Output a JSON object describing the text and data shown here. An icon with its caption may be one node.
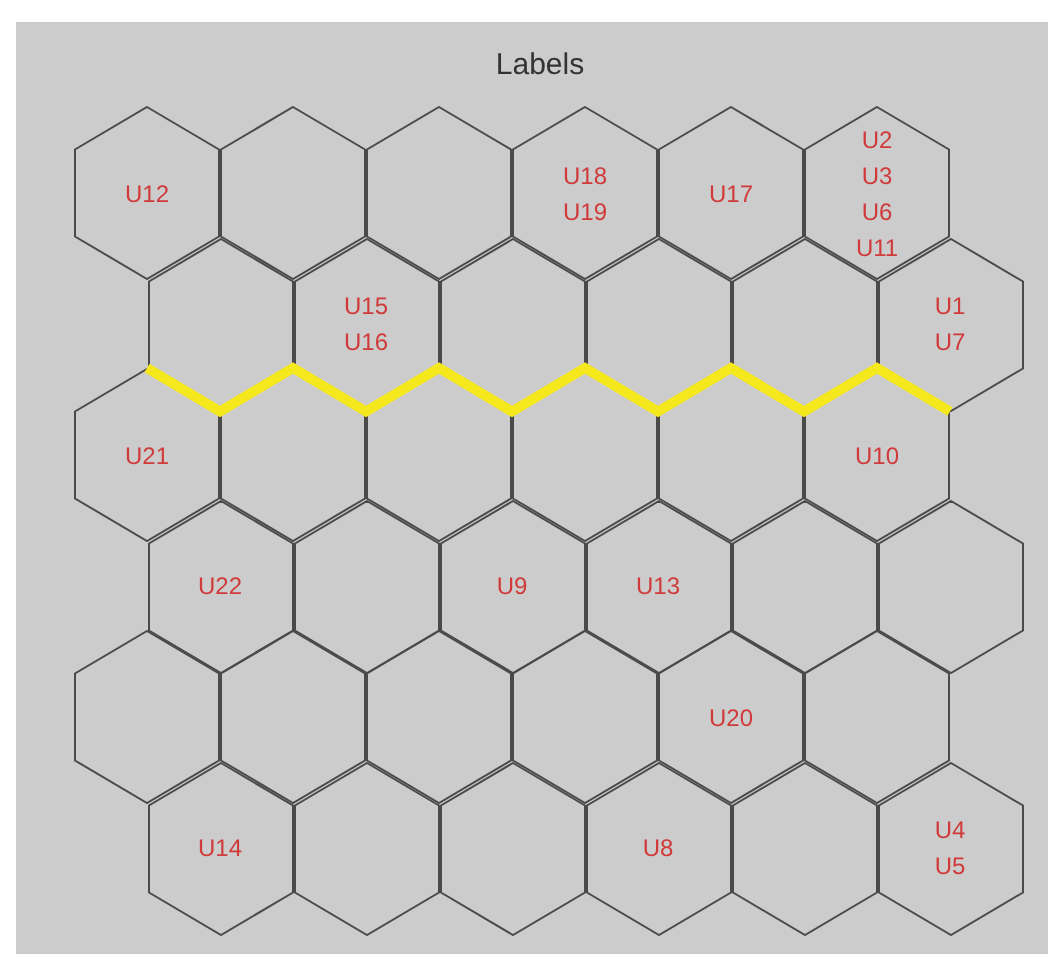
{
  "diagram": {
    "title": "Labels",
    "nodes": [
      {
        "text": [
          "U12"
        ]
      },
      {
        "text": [],
        "shape": "hexagon"
      },
      {
        "text": [],
        "shape": "hexagon"
      },
      {
        "text": [
          "U18",
          "U19"
        ]
      },
      {
        "text": [
          "U17"
        ]
      },
      {
        "text": [
          "U2",
          "U3",
          "U6",
          "U11"
        ]
      },
      {
        "text": [],
        "shape": "hexagon"
      },
      {
        "text": [
          "U15",
          "U16"
        ]
      },
      {
        "text": [],
        "shape": "hexagon"
      },
      {
        "text": [],
        "shape": "hexagon"
      },
      {
        "text": [],
        "shape": "hexagon"
      },
      {
        "text": [
          "U1",
          "U7"
        ]
      },
      {
        "text": [
          "U21"
        ]
      },
      {
        "text": [],
        "shape": "hexagon"
      },
      {
        "text": [],
        "shape": "hexagon"
      },
      {
        "text": [],
        "shape": "hexagon"
      },
      {
        "text": [],
        "shape": "hexagon"
      },
      {
        "text": [
          "U10"
        ]
      },
      {
        "text": [
          "U22"
        ]
      },
      {
        "text": [],
        "shape": "hexagon"
      },
      {
        "text": [
          "U9"
        ]
      },
      {
        "text": [
          "U13"
        ]
      },
      {
        "text": [],
        "shape": "hexagon"
      },
      {
        "text": [],
        "shape": "hexagon"
      },
      {
        "text": [],
        "shape": "hexagon"
      },
      {
        "text": [],
        "shape": "hexagon"
      },
      {
        "text": [],
        "shape": "hexagon"
      },
      {
        "text": [],
        "shape": "hexagon"
      },
      {
        "text": [
          "U20"
        ]
      },
      {
        "text": [],
        "shape": "hexagon"
      },
      {
        "text": [
          "U14"
        ]
      },
      {
        "text": [],
        "shape": "hexagon"
      },
      {
        "text": [],
        "shape": "hexagon"
      },
      {
        "text": [
          "U8"
        ]
      },
      {
        "text": [],
        "shape": "hexagon"
      },
      {
        "text": [
          "U4",
          "U5"
        ]
      }
    ]
  }
}
